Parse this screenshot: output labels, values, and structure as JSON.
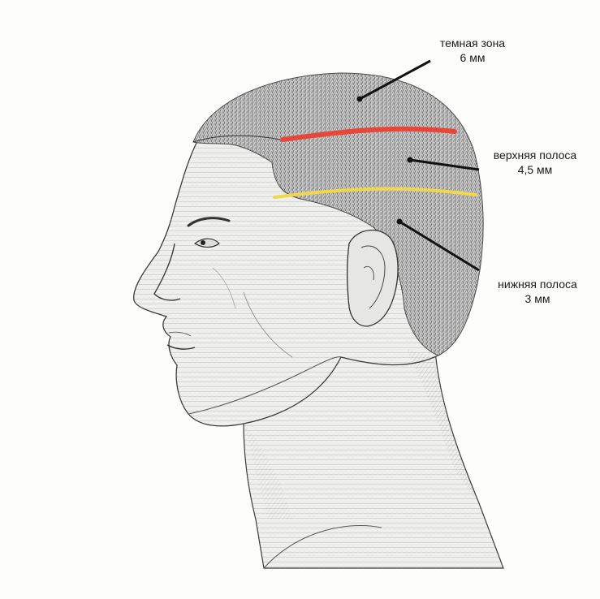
{
  "annotations": {
    "dark_zone": {
      "title": "темная зона",
      "value": "6 мм"
    },
    "upper_band": {
      "title": "верхняя полоса",
      "value": "4,5 мм"
    },
    "lower_band": {
      "title": "нижняя полоса",
      "value": "3 мм"
    }
  },
  "colors": {
    "upper_boundary_line": "#e8463a",
    "lower_boundary_line": "#f1d84a",
    "leader_line": "#111111",
    "sketch_stroke": "#3a3a3a",
    "background": "#fdfdfc"
  }
}
